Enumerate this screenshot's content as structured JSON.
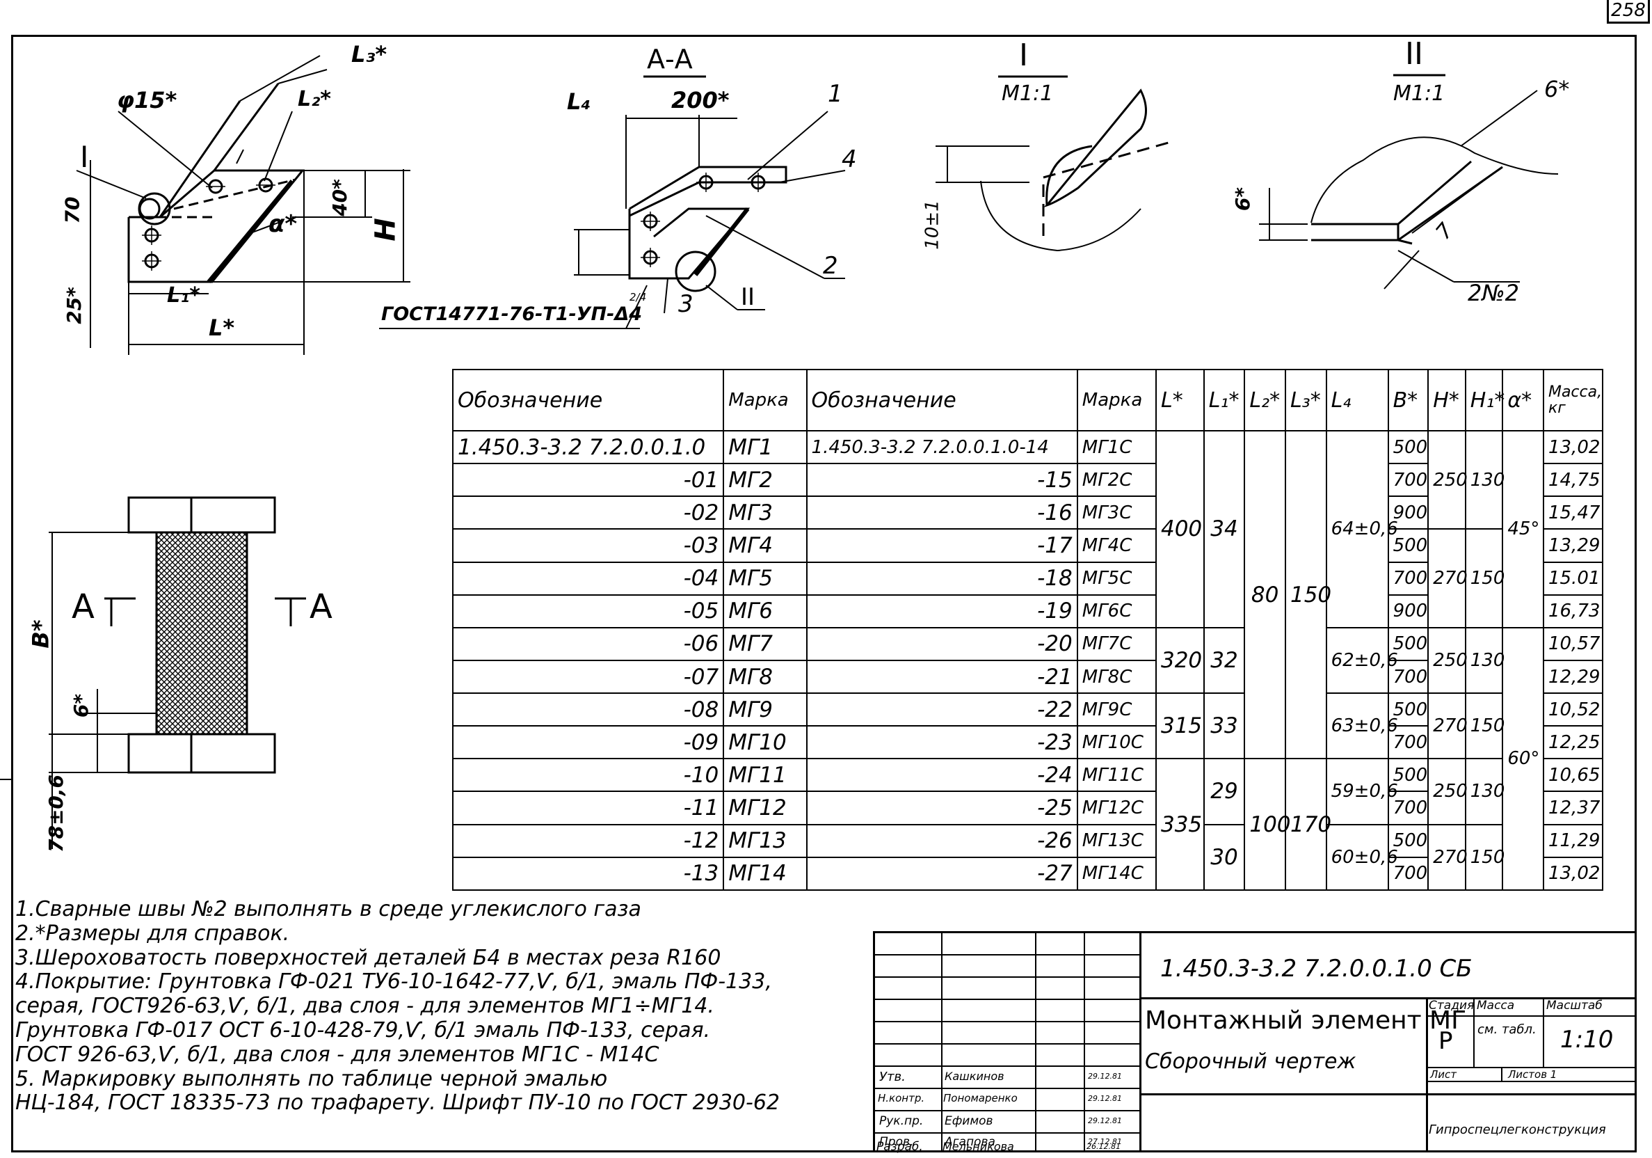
{
  "page": {
    "number": "258"
  },
  "views": {
    "section_aa": "А-А",
    "detail_1": {
      "numeral": "I",
      "scale": "М1:1"
    },
    "detail_2": {
      "numeral": "II",
      "scale": "М1:1"
    },
    "weld_callout": "ГОСТ14771-76-Т1-УП-Δ4",
    "weld_callout_num": "2/4",
    "weld_no": "2№2",
    "section_marks": {
      "left": "А",
      "right": "А"
    }
  },
  "dims": {
    "phi15": "φ15*",
    "l3": "L₃*",
    "l2": "L₂*",
    "d70": "70",
    "d25": "25*",
    "d40": "40*",
    "H": "Н",
    "alpha": "α*",
    "l1": "L₁*",
    "L": "L*",
    "l4": "L₄",
    "d200": "200*",
    "p1": "1",
    "p2": "2",
    "p3": "3",
    "p4": "4",
    "roman_1": "I",
    "roman_2": "II",
    "d10": "10±1",
    "d6a": "6*",
    "d6b": "6*",
    "d7": "7",
    "B": "В*",
    "d6c": "6*",
    "d78": "78±0,6"
  },
  "table": {
    "headers": {
      "designation": "Обозначение",
      "mark": "Марка",
      "designation2": "Обозначение",
      "mark2": "Марка",
      "L": "L*",
      "L1": "L₁*",
      "L2": "L₂*",
      "L3": "L₃*",
      "L4": "L₄",
      "B": "В*",
      "H": "Н*",
      "H1": "Н₁*",
      "alpha": "α*",
      "mass": "Масса, кг"
    },
    "rows": [
      {
        "d": "1.450.3-3.2  7.2.0.0.1.0",
        "m": "МГ1",
        "d2": "1.450.3-3.2  7.2.0.0.1.0-14",
        "m2": "МГ1С",
        "b": "500",
        "mass": "13,02"
      },
      {
        "d": "-01",
        "m": "МГ2",
        "d2": "-15",
        "m2": "МГ2С",
        "b": "700",
        "mass": "14,75"
      },
      {
        "d": "-02",
        "m": "МГ3",
        "d2": "-16",
        "m2": "МГ3С",
        "b": "900",
        "mass": "15,47"
      },
      {
        "d": "-03",
        "m": "МГ4",
        "d2": "-17",
        "m2": "МГ4С",
        "b": "500",
        "mass": "13,29"
      },
      {
        "d": "-04",
        "m": "МГ5",
        "d2": "-18",
        "m2": "МГ5С",
        "b": "700",
        "mass": "15.01"
      },
      {
        "d": "-05",
        "m": "МГ6",
        "d2": "-19",
        "m2": "МГ6С",
        "b": "900",
        "mass": "16,73"
      },
      {
        "d": "-06",
        "m": "МГ7",
        "d2": "-20",
        "m2": "МГ7С",
        "b": "500",
        "mass": "10,57"
      },
      {
        "d": "-07",
        "m": "МГ8",
        "d2": "-21",
        "m2": "МГ8С",
        "b": "700",
        "mass": "12,29"
      },
      {
        "d": "-08",
        "m": "МГ9",
        "d2": "-22",
        "m2": "МГ9С",
        "b": "500",
        "mass": "10,52"
      },
      {
        "d": "-09",
        "m": "МГ10",
        "d2": "-23",
        "m2": "МГ10С",
        "b": "700",
        "mass": "12,25"
      },
      {
        "d": "-10",
        "m": "МГ11",
        "d2": "-24",
        "m2": "МГ11С",
        "b": "500",
        "mass": "10,65"
      },
      {
        "d": "-11",
        "m": "МГ12",
        "d2": "-25",
        "m2": "МГ12С",
        "b": "700",
        "mass": "12,37"
      },
      {
        "d": "-12",
        "m": "МГ13",
        "d2": "-26",
        "m2": "МГ13С",
        "b": "500",
        "mass": "11,29"
      },
      {
        "d": "-13",
        "m": "МГ14",
        "d2": "-27",
        "m2": "МГ14С",
        "b": "700",
        "mass": "13,02"
      }
    ],
    "merged": {
      "L_a": "400",
      "L1_a": "34",
      "L_b": "320",
      "L1_b": "32",
      "L_c": "315",
      "L1_c": "33",
      "L_d": "335",
      "L1_d1": "29",
      "L1_d2": "30",
      "L2_a": "80",
      "L3_a": "150",
      "L2_b": "100",
      "L3_b": "170",
      "L4_a": "64±0,6",
      "L4_b": "62±0,6",
      "L4_c": "63±0,6",
      "L4_d": "59±0,6",
      "L4_e": "60±0,6",
      "HH1_a": [
        "250",
        "130"
      ],
      "HH1_b": [
        "270",
        "150"
      ],
      "HH1_c": [
        "250",
        "130"
      ],
      "HH1_d": [
        "270",
        "150"
      ],
      "HH1_e": [
        "250",
        "130"
      ],
      "HH1_f": [
        "270",
        "150"
      ],
      "alpha_a": "45°",
      "alpha_b": "60°"
    }
  },
  "notes": [
    "1.Сварные швы №2 выполнять в среде углекислого газа",
    "2.*Размеры для справок.",
    "3.Шероховатость поверхностей деталей Б4 в местах реза R160",
    "4.Покрытие: Грунтовка ГФ-021 ТУ6-10-1642-77,Ѵ, б/1, эмаль ПФ-133,",
    "   серая, ГОСТ926-63,Ѵ, б/1, два слоя - для элементов МГ1÷МГ14.",
    "   Грунтовка ГФ-017 ОСТ 6-10-428-79,Ѵ, б/1 эмаль ПФ-133, серая.",
    "   ГОСТ 926-63,Ѵ, б/1, два слоя - для элементов МГ1С - М14С",
    "5. Маркировку выполнять по таблице черной эмалью",
    "   НЦ-184, ГОСТ 18335-73 по трафарету. Шрифт ПУ-10 по ГОСТ 2930-62"
  ],
  "title_block": {
    "doc_code": "1.450.3-3.2  7.2.0.0.1.0 СБ",
    "title": "Монтажный элемент МГ",
    "subtitle": "Сборочный чертеж",
    "stage_h": "Стадия",
    "mass_h": "Масса",
    "scale_h": "Масштаб",
    "stage": "Р",
    "mass": "см. табл.",
    "scale": "1:10",
    "sheet": "Лист",
    "sheets": "Листов 1",
    "org": "Гипроспецлегконструкция",
    "people": [
      {
        "role": "Утв.",
        "name": "Кашкинов"
      },
      {
        "role": "Н.контр.",
        "name": "Пономаренко"
      },
      {
        "role": "Рук.пр.",
        "name": "Ефимов"
      },
      {
        "role": "Пров.",
        "name": "Агапова"
      },
      {
        "role": "Разраб.",
        "name": "Мельникова"
      }
    ],
    "dates": [
      "29.12.81",
      "29.12.81",
      "29.12.81",
      "27.12.81",
      "26.12.81"
    ]
  }
}
